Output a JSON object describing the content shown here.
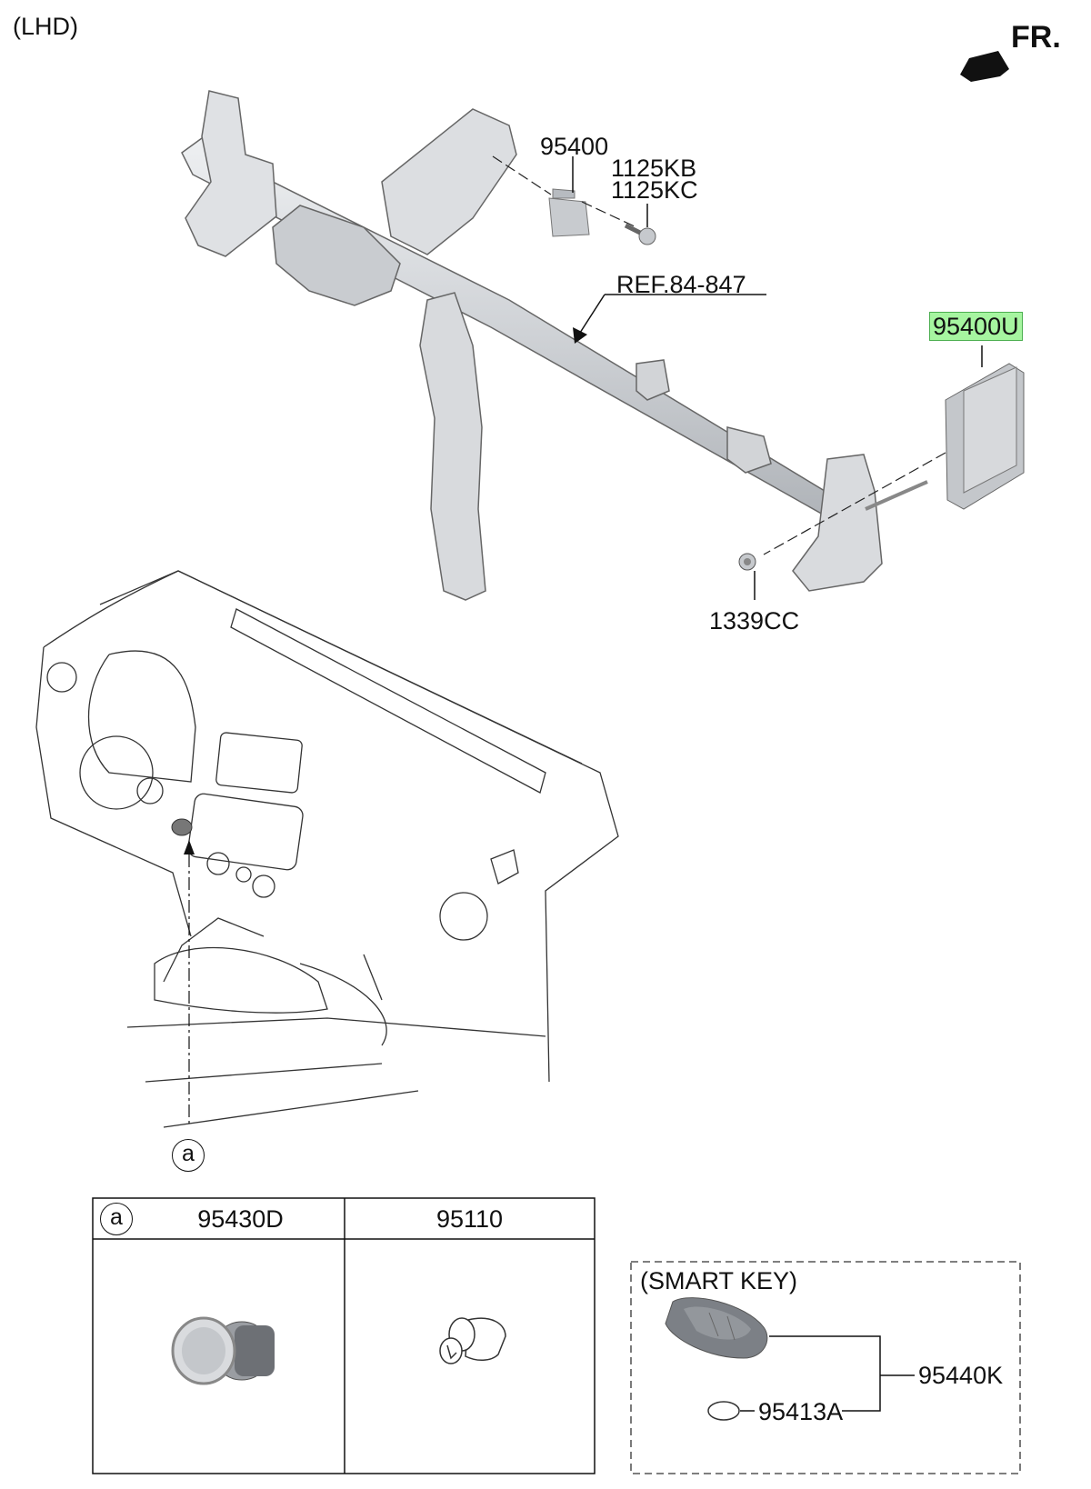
{
  "header": {
    "orientation": "(LHD)",
    "front_indicator": "FR."
  },
  "callouts": {
    "part_95400": "95400",
    "part_1125kb": "1125KB",
    "part_1125kc": "1125KC",
    "reference": "REF.84-847",
    "part_95400u": "95400U",
    "part_1339cc": "1339CC"
  },
  "detail_marker": "a",
  "detail_table": {
    "marker": "a",
    "columns": [
      "95430D",
      "95110"
    ]
  },
  "smart_key": {
    "title": "(SMART KEY)",
    "part_key": "95440K",
    "part_battery": "95413A"
  },
  "colors": {
    "highlight": "#a6f5a0",
    "line": "#111111",
    "part_fill": "#d4d6d9"
  }
}
